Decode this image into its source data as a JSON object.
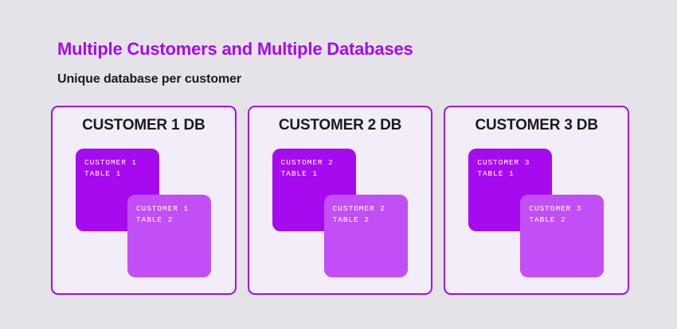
{
  "header": {
    "title": "Multiple Customers and Multiple Databases",
    "subtitle": "Unique database per customer"
  },
  "colors": {
    "page_background": "#e4e3e7",
    "accent_purple": "#a50bee",
    "light_purple": "#c24ef5",
    "card_background": "#f2edf8",
    "title_text": "#1b1b1d"
  },
  "cards": [
    {
      "title": "CUSTOMER 1 DB",
      "tables": [
        {
          "line1": "CUSTOMER 1",
          "line2": "TABLE 1",
          "shade": "primary"
        },
        {
          "line1": "CUSTOMER 1",
          "line2": "TABLE 2",
          "shade": "secondary"
        }
      ]
    },
    {
      "title": "CUSTOMER 2 DB",
      "tables": [
        {
          "line1": "CUSTOMER 2",
          "line2": "TABLE 1",
          "shade": "primary"
        },
        {
          "line1": "CUSTOMER 2",
          "line2": "TABLE 2",
          "shade": "secondary"
        }
      ]
    },
    {
      "title": "CUSTOMER 3 DB",
      "tables": [
        {
          "line1": "CUSTOMER 3",
          "line2": "TABLE 1",
          "shade": "primary"
        },
        {
          "line1": "CUSTOMER 3",
          "line2": "TABLE 2",
          "shade": "secondary"
        }
      ]
    }
  ]
}
